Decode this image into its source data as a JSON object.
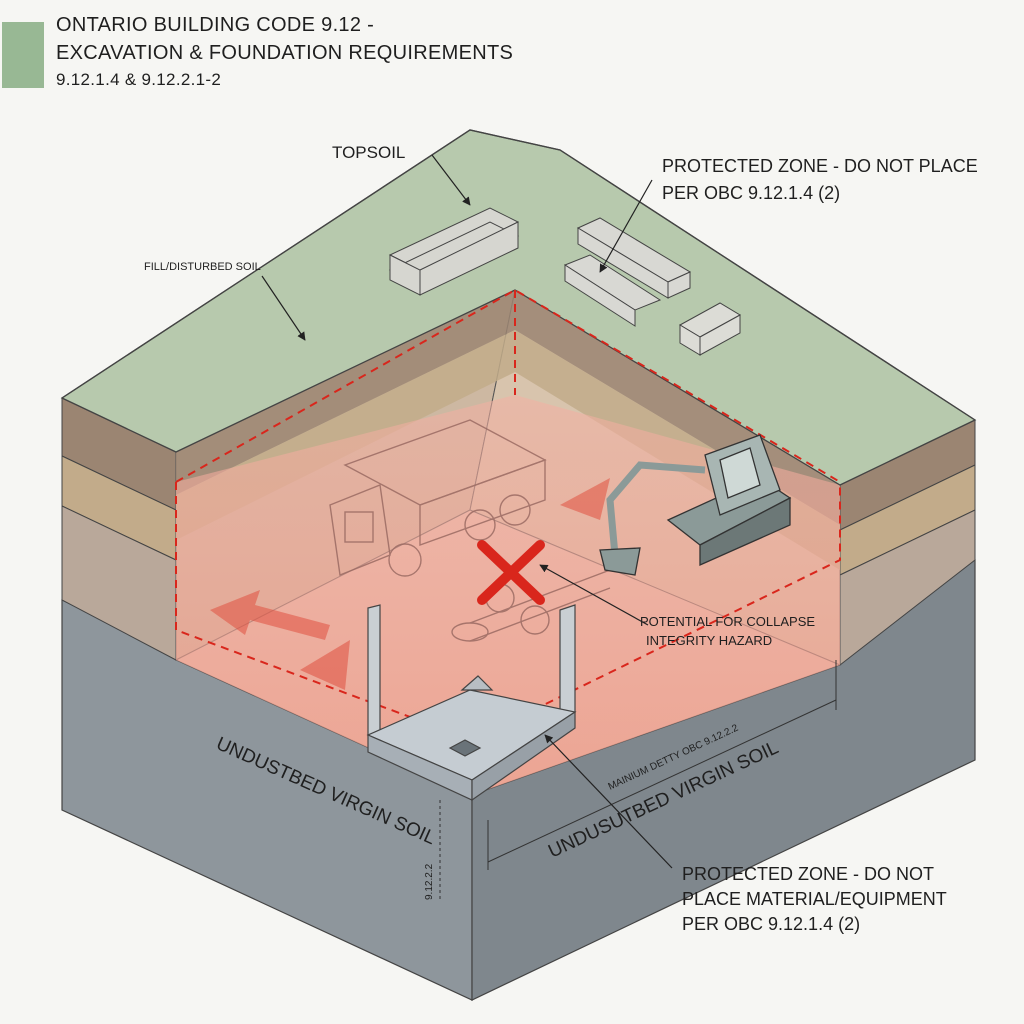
{
  "header": {
    "swatch_color": "#98b894",
    "line1": "ONTARIO BUILDING CODE 9.12 -",
    "line2": "EXCAVATION & FOUNDATION REQUIREMENTS",
    "line3": "9.12.1.4 & 9.12.2.1-2"
  },
  "labels": {
    "topsoil": "TOPSOIL",
    "fill": "FILL/DISTURBED SOIL",
    "protected_top_1": "PROTECTED ZONE - DO NOT PLACE",
    "protected_top_2": "PER OBC 9.12.1.4 (2)",
    "collapse_1": "POTENTIAL FOR COLLAPSE",
    "collapse_2": "INTEGRITY HAZARD",
    "virgin_left": "UNDUSTBED VIRGIN SOIL",
    "virgin_right": "UNDUSUTBED VIRGIN SOIL",
    "min_depth": "MAINIUM DETTY OBC 9.12.2.2",
    "side_dim": "9.12.2.2",
    "protected_bottom_1": "PROTECTED ZONE - DO NOT",
    "protected_bottom_2": "PLACE MATERIAL/EQUIPMENT",
    "protected_bottom_3": "PER OBC 9.12.1.4 (2)"
  },
  "colors": {
    "grass": "#b7c9ad",
    "topsoil_layer": "#9b8572",
    "fill_layer": "#c2ab8a",
    "mid_layer": "#b9a89a",
    "virgin_soil": "#8e969c",
    "hazard_red": "#d9261c",
    "zone_pink": "#f0a99a"
  },
  "icons": [
    "lumber-stack-icon",
    "dump-truck-icon",
    "excavator-icon",
    "pipe-bundle-icon",
    "x-mark-icon",
    "footing-icon"
  ]
}
